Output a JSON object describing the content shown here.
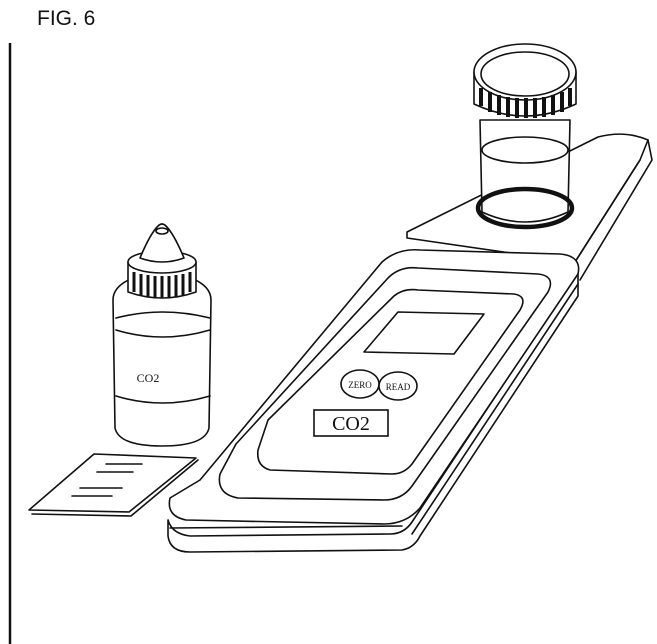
{
  "figure": {
    "label": "FIG. 6"
  },
  "bottle": {
    "label": "CO2"
  },
  "meter": {
    "zero_button": "ZERO",
    "read_button": "READ",
    "display_label": "CO2"
  }
}
